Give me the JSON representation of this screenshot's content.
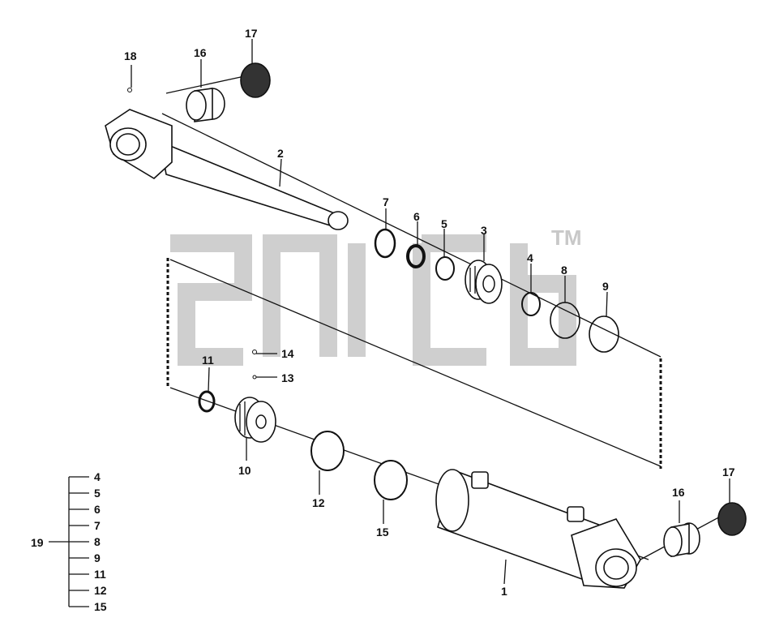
{
  "diagram": {
    "watermark": {
      "text": "TM"
    },
    "callouts": {
      "c1": "1",
      "c2": "2",
      "c3": "3",
      "c4": "4",
      "c5": "5",
      "c6": "6",
      "c7": "7",
      "c8": "8",
      "c9": "9",
      "c10": "10",
      "c11": "11",
      "c12": "12",
      "c13": "13",
      "c14": "14",
      "c15": "15",
      "c16a": "16",
      "c16b": "16",
      "c17a": "17",
      "c17b": "17",
      "c18": "18"
    },
    "kit": {
      "label": "19",
      "items": [
        "4",
        "5",
        "6",
        "7",
        "8",
        "9",
        "11",
        "12",
        "15"
      ]
    }
  }
}
